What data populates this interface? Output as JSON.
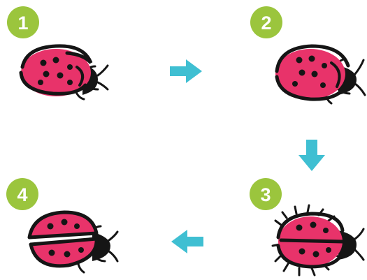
{
  "colors": {
    "badge": "#9bc53d",
    "badge_text": "#ffffff",
    "arrow": "#3fbfd2",
    "ladybug_shell": "#e8336a",
    "ladybug_outline": "#151515"
  },
  "steps": [
    {
      "number": "1",
      "icon": "ladybug-icon"
    },
    {
      "number": "2",
      "icon": "ladybug-icon"
    },
    {
      "number": "3",
      "icon": "ladybug-wings-open-icon"
    },
    {
      "number": "4",
      "icon": "ladybug-wings-open-icon"
    }
  ],
  "arrows": [
    {
      "direction": "right",
      "icon": "arrow-right-icon"
    },
    {
      "direction": "down",
      "icon": "arrow-down-icon"
    },
    {
      "direction": "left",
      "icon": "arrow-left-icon"
    }
  ]
}
